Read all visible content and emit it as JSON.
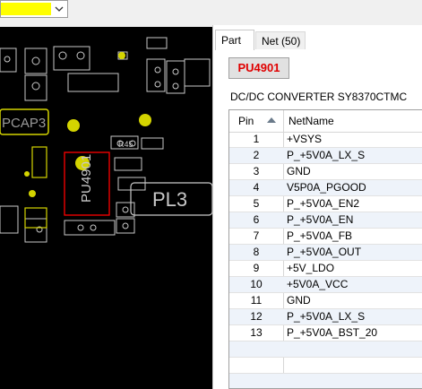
{
  "layer_selector": {
    "swatch_color": "#ffff00",
    "arrow_icon": "chevron-down-icon"
  },
  "pcb_view": {
    "labels": {
      "cap": "PCAP3",
      "part": "PU4901",
      "pl": "PL3",
      "r": "R45"
    },
    "highlight_color": "#ff0000",
    "pad_color": "#c8c8c8",
    "via_color": "#d4d400"
  },
  "tabs": [
    {
      "label": "Part",
      "active": true
    },
    {
      "label": "Net (50)",
      "active": false
    }
  ],
  "part": {
    "refdes": "PU4901",
    "description": "DC/DC CONVERTER SY8370CTMC"
  },
  "pin_table": {
    "headers": {
      "pin": "Pin",
      "netname": "NetName"
    },
    "sort_icon": "sort-ascending-icon",
    "rows": [
      {
        "pin": "1",
        "net": "+VSYS"
      },
      {
        "pin": "2",
        "net": "P_+5V0A_LX_S"
      },
      {
        "pin": "3",
        "net": "GND"
      },
      {
        "pin": "4",
        "net": "V5P0A_PGOOD"
      },
      {
        "pin": "5",
        "net": "P_+5V0A_EN2"
      },
      {
        "pin": "6",
        "net": "P_+5V0A_EN"
      },
      {
        "pin": "7",
        "net": "P_+5V0A_FB"
      },
      {
        "pin": "8",
        "net": "P_+5V0A_OUT"
      },
      {
        "pin": "9",
        "net": "+5V_LDO"
      },
      {
        "pin": "10",
        "net": "+5V0A_VCC"
      },
      {
        "pin": "11",
        "net": "GND"
      },
      {
        "pin": "12",
        "net": "P_+5V0A_LX_S"
      },
      {
        "pin": "13",
        "net": "P_+5V0A_BST_20"
      }
    ]
  }
}
